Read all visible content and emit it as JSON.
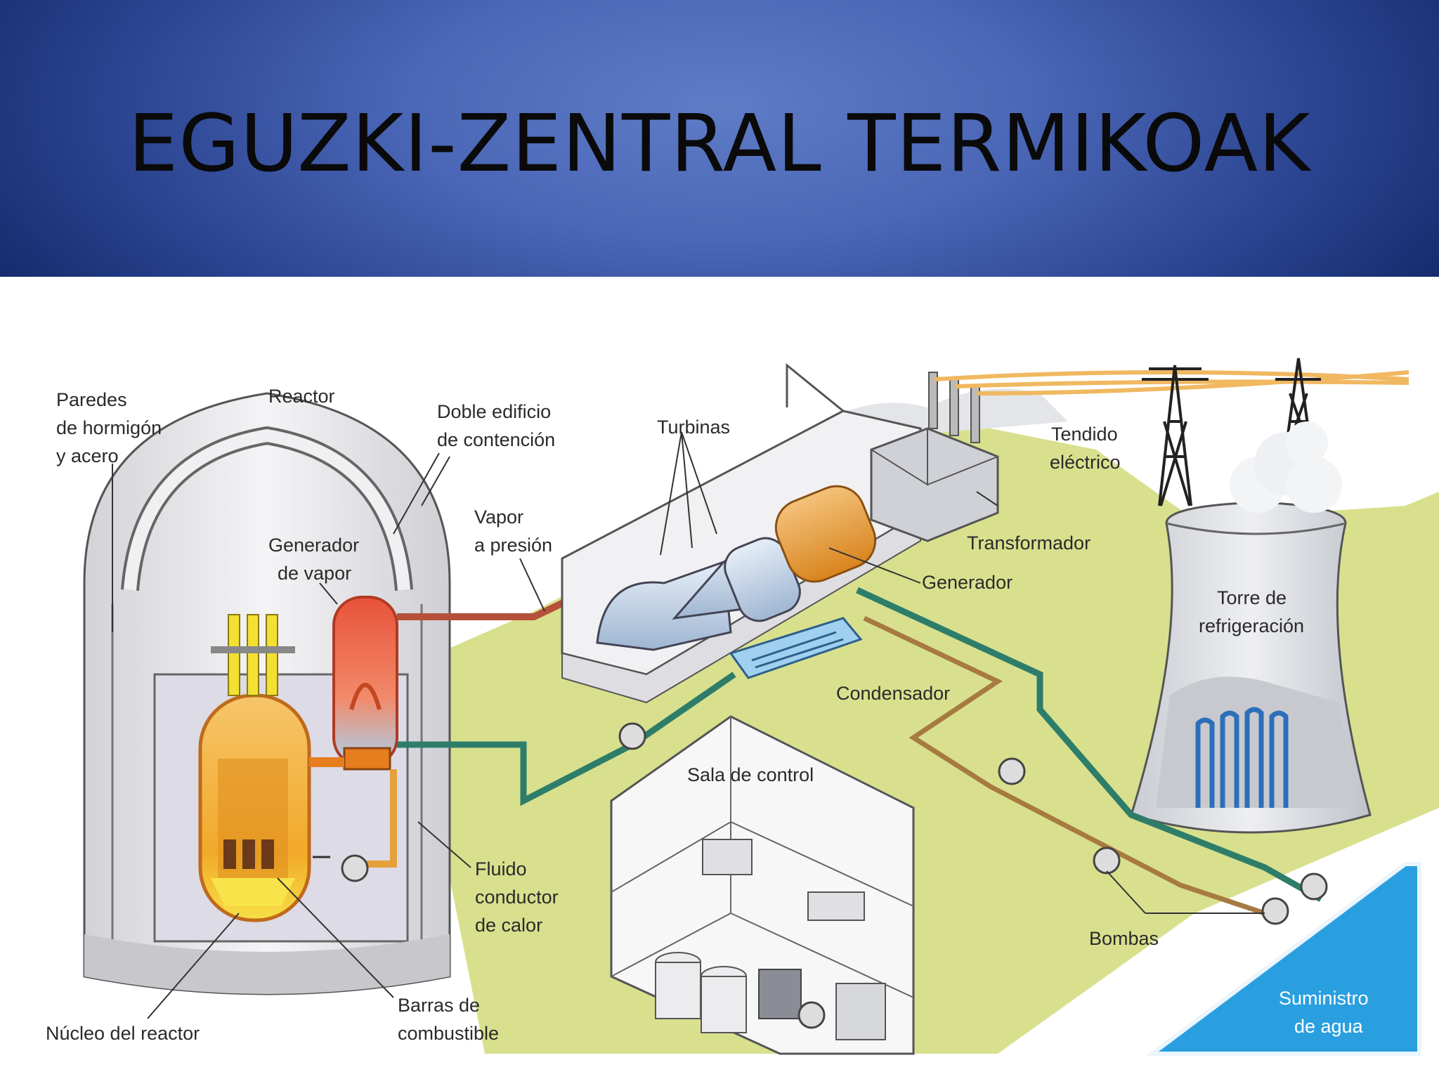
{
  "title": "EGUZKI-ZENTRAL TERMIKOAK",
  "labels": {
    "paredes_1": "Paredes",
    "paredes_2": "de hormigón",
    "paredes_3": "y acero",
    "reactor": "Reactor",
    "doble_1": "Doble edificio",
    "doble_2": "de contención",
    "turbinas": "Turbinas",
    "vapor_1": "Vapor",
    "vapor_2": "a presión",
    "generador_vapor_1": "Generador",
    "generador_vapor_2": "de vapor",
    "tendido_1": "Tendido",
    "tendido_2": "eléctrico",
    "transformador": "Transformador",
    "generador": "Generador",
    "torre_1": "Torre de",
    "torre_2": "refrigeración",
    "condensador": "Condensador",
    "sala": "Sala de control",
    "fluido_1": "Fluido",
    "fluido_2": "conductor",
    "fluido_3": "de calor",
    "bombas": "Bombas",
    "nucleo": "Núcleo del reactor",
    "barras_1": "Barras de",
    "barras_2": "combustible",
    "suministro_1": "Suministro",
    "suministro_2": "de agua"
  },
  "colors": {
    "header_dark": "#0f2362",
    "header_light": "#5f7cc7",
    "ground": "#d8e08e",
    "water": "#2a9fe0",
    "steam_pipe": "#b5513a",
    "cool_pipe": "#2e7d6a",
    "generator": "#e79a3a",
    "core": "#f2b233"
  }
}
